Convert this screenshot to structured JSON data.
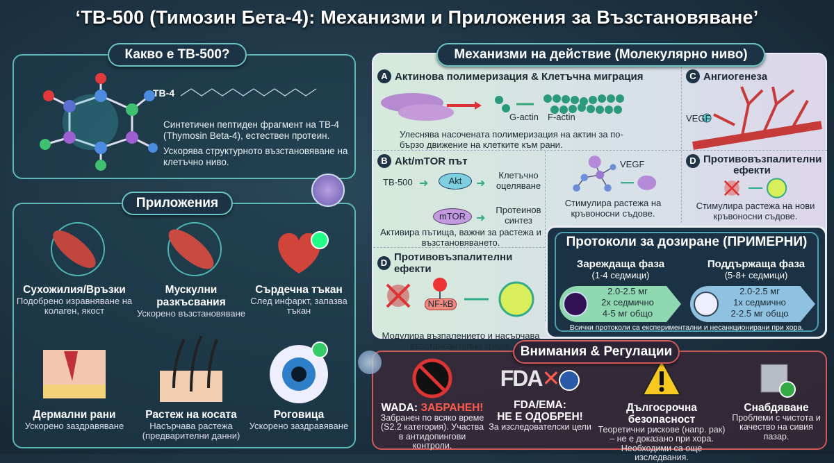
{
  "title": "‘TB-500 (Тимозин Бета-4): Механизми и Приложения за Възстановяване’",
  "what": {
    "heading": "Какво е TB-500?",
    "molecule_label": "TB-4",
    "p1": "Синтетичен пептиден фрагмент на TB-4 (Thymosin Beta-4), естествен протеин.",
    "p2": "Ускорява структурното възстановяване на клетъчно ниво."
  },
  "apps": {
    "heading": "Приложения",
    "items": [
      {
        "title": "Сухожилия/Връзки",
        "desc": "Подобрено изравняване на колаген, якост",
        "icon": "tendon-icon"
      },
      {
        "title": "Мускулни разкъсвания",
        "desc": "Ускорено възстановяване",
        "icon": "muscle-icon"
      },
      {
        "title": "Сърдечна тъкан",
        "desc": "След инфаркт, запазва тъкан",
        "icon": "heart-icon"
      },
      {
        "title": "Дермални рани",
        "desc": "Ускорено заздравяване",
        "icon": "skin-wound-icon"
      },
      {
        "title": "Растеж на косата",
        "desc": "Насърчава растежа (предварителни данни)",
        "icon": "hair-follicle-icon"
      },
      {
        "title": "Роговица",
        "desc": "Ускорено заздравяване",
        "icon": "eye-icon"
      }
    ]
  },
  "mech": {
    "heading": "Механизми на действие (Молекулярно ниво)",
    "a": {
      "badge": "A",
      "title": "Актинова полимеризация & Клетъчна миграция",
      "g": "G-actin",
      "f": "F-actin",
      "desc": "Улеснява насочената полимеризация на актин за по-бързо движение на клетките към рани."
    },
    "c": {
      "badge": "C",
      "title": "Ангиогенеза",
      "vegf": "VEGF"
    },
    "b": {
      "badge": "B",
      "title": "Akt/mTOR път",
      "tb": "TB-500",
      "akt": "Akt",
      "mtor": "mTOR",
      "out1": "Клетъчно оцеляване",
      "out2": "Протеинов синтез",
      "desc": "Активира пътища, важни за растежа и възстановяването."
    },
    "vegf": {
      "label": "VEGF",
      "desc": "Стимулира растежа на кръвоносни съдове."
    },
    "d_right": {
      "badge": "D",
      "title": "Противовъзпалителни ефекти",
      "desc": "Стимулира растежа на нови кръвоносни съдове."
    },
    "d": {
      "badge": "D",
      "title": "Противовъзпалителни ефекти",
      "nfkb": "NF-kB",
      "desc": "Модулира възпалението и насърчава възстановителна среда."
    }
  },
  "dose": {
    "heading": "Протоколи за дозиране (ПРИМЕРНИ)",
    "load": {
      "title": "Зареждаща фаза",
      "weeks": "(1-4 седмици)",
      "l1": "2.0-2.5 мг",
      "l2": "2x седмично",
      "l3": "4-5 мг общо"
    },
    "maint": {
      "title": "Поддържаща фаза",
      "weeks": "(5-8+ седмици)",
      "l1": "2.0-2.5 мг",
      "l2": "1x седмично",
      "l3": "2-2.5 мг общо"
    },
    "note": "Всички протоколи са експериментални и несанкционирани при хора."
  },
  "warn": {
    "heading": "Внимания & Регулации",
    "wada": {
      "label": "WADA: ",
      "status": "ЗАБРАНЕН!",
      "desc": "Забранен по всяко време (S2.2 категория). Участва в антидопингови контроли."
    },
    "fda": {
      "logo": "FDA",
      "label": "FDA/EMA:",
      "status": "НЕ Е ОДОБРЕН!",
      "desc": "За изследователски цели"
    },
    "safety": {
      "title": "Дългосрочна безопасност",
      "desc": "Теоретични рискове (напр. рак) – не е доказано при хора. Необходими са още изследвания."
    },
    "supply": {
      "title": "Снабдяване",
      "desc": "Проблеми с чистота и качество на сивия пазар."
    }
  },
  "colors": {
    "teal": "#5fb8b8",
    "danger": "#ff5a4e",
    "navy": "#1c3242"
  }
}
